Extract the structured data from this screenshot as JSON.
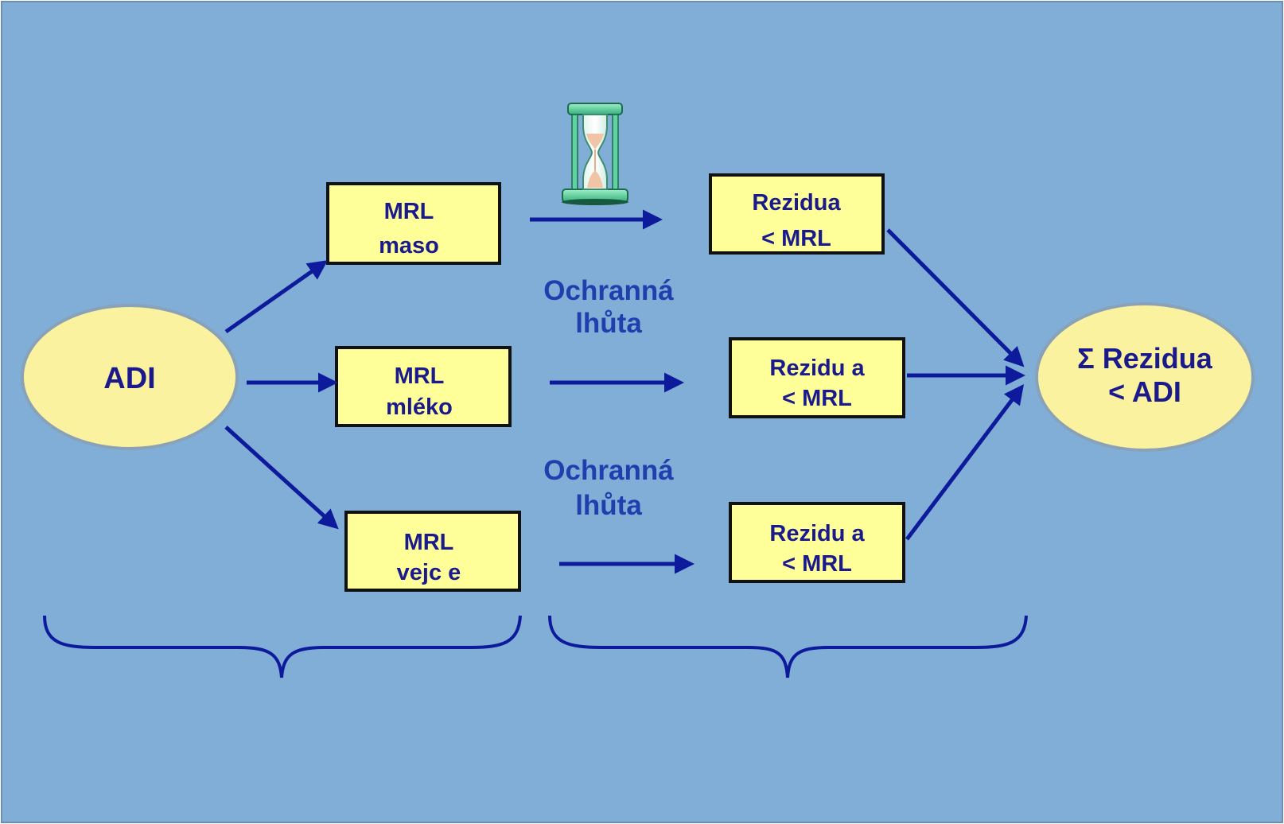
{
  "diagram": {
    "colors": {
      "background": "#80aed6",
      "box_fill": "#ffff99",
      "oval_fill": "#fbf2a0",
      "text": "#1a1a8c",
      "arrow": "#0d1a9b",
      "lhuta_text": "#1f3fae"
    },
    "adi": {
      "label": "ADI"
    },
    "mrl_boxes": [
      {
        "line1": "MRL",
        "line2": "maso"
      },
      {
        "line1": "MRL",
        "line2": "mléko"
      },
      {
        "line1": "MRL",
        "line2": "vejc e"
      }
    ],
    "rezidua_boxes": [
      {
        "line1": "Rezidua",
        "line2": "< MRL"
      },
      {
        "line1": "Rezidu a",
        "line2": "< MRL"
      },
      {
        "line1": "Rezidu a",
        "line2": "< MRL"
      }
    ],
    "withdrawal_labels": [
      {
        "line1": "Ochranná",
        "line2": "lhůta"
      },
      {
        "line1": "Ochranná",
        "line2": "lhůta"
      }
    ],
    "sum": {
      "line1": "Σ Rezidua",
      "line2": "< ADI"
    },
    "icons": [
      "hourglass-icon",
      "brace-left-icon",
      "brace-right-icon"
    ]
  }
}
